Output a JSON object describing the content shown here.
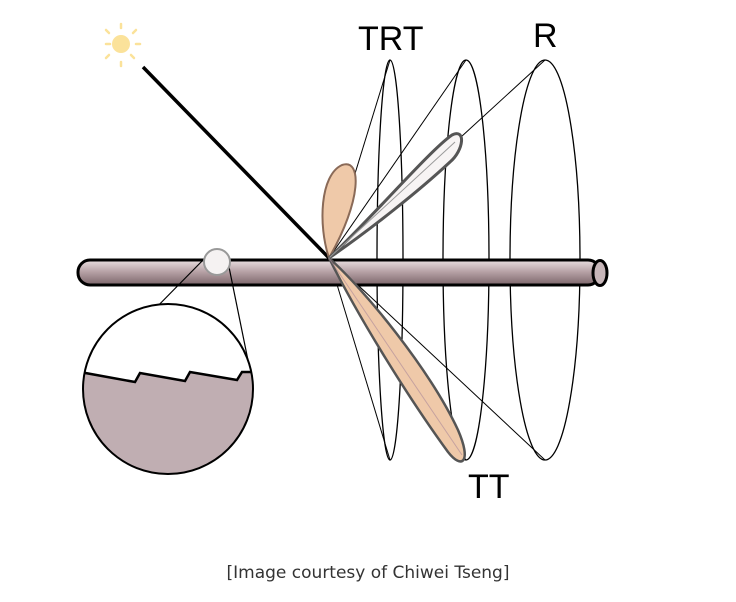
{
  "labels": {
    "trt": "TRT",
    "r": "R",
    "tt": "TT"
  },
  "caption": "[Image courtesy of Chiwei Tseng]",
  "colors": {
    "background": "#ffffff",
    "line": "#000000",
    "hair_fill": "#a08a8f",
    "hair_highlight": "#e9dfe1",
    "lobe_fill": "#efc9a9",
    "lobe_stroke": "#8a6a58",
    "cross_section_fill": "#c0aeb2",
    "sun": "#fbe29a"
  },
  "icons": {
    "light_source": "sun-icon"
  }
}
